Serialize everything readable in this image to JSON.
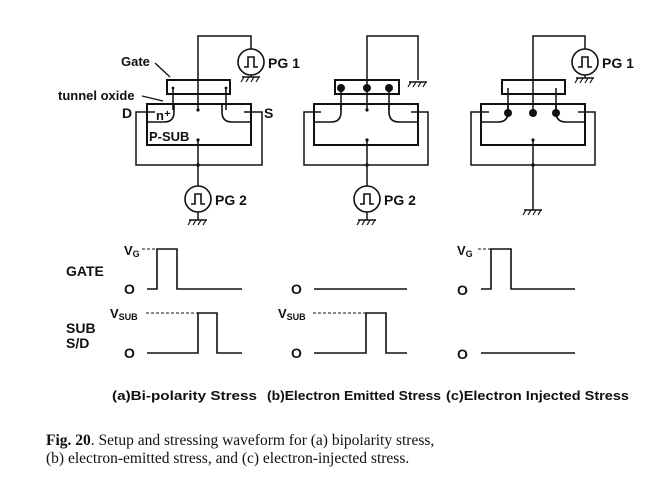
{
  "diagram": {
    "labels": {
      "gate": "Gate",
      "tunnel_oxide": "tunnel oxide",
      "drain": "D",
      "source": "S",
      "n_plus": "n⁺",
      "p_sub": "P-SUB",
      "pg1": "PG 1",
      "pg2": "PG 2"
    },
    "panels": [
      {
        "id": "a",
        "gate_source": "PG 1",
        "substrate_source": "PG 2",
        "electrons": "none"
      },
      {
        "id": "b",
        "gate_source": "ground",
        "substrate_source": "PG 2",
        "electrons": "in gate"
      },
      {
        "id": "c",
        "gate_source": "PG 1",
        "substrate_source": "ground",
        "electrons": "in channel"
      }
    ],
    "waveforms": {
      "row_labels": {
        "gate": "GATE",
        "sub_line1": "SUB",
        "sub_line2": "S/D"
      },
      "vg": "V",
      "vg_sub": "G",
      "vsub": "V",
      "vsub_sub": "SUB",
      "zero": "O",
      "panels": [
        {
          "gate_pulse": true,
          "gate_pulse_order": 1,
          "sub_pulse": true,
          "sub_pulse_order": 2
        },
        {
          "gate_pulse": false,
          "sub_pulse": true,
          "sub_pulse_order": 1
        },
        {
          "gate_pulse": true,
          "gate_pulse_order": 1,
          "sub_pulse": false
        }
      ]
    },
    "panel_titles": [
      "(a)Bi-polarity Stress",
      "(b)Electron Emitted Stress",
      "(c)Electron Injected Stress"
    ]
  },
  "caption": {
    "label": "Fig. 20",
    "text_line1": ".   Setup and stressing waveform for (a) bipolarity stress,",
    "text_line2": "(b) electron-emitted stress, and (c) electron-injected stress."
  }
}
